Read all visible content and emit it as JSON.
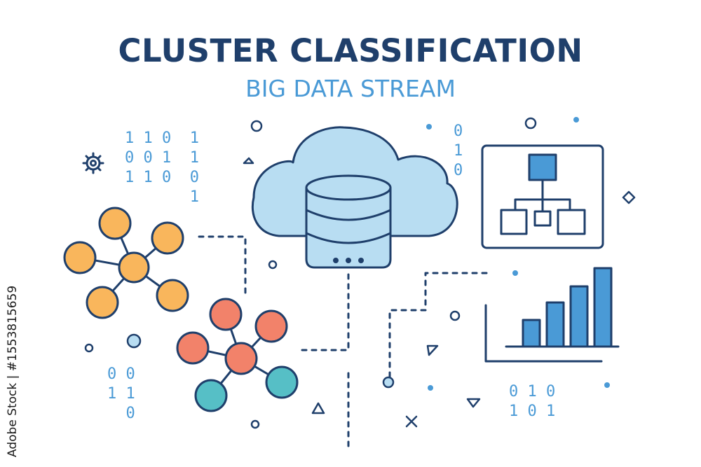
{
  "header": {
    "title": "CLUSTER CLASSIFICATION",
    "subtitle": "BIG DATA STREAM"
  },
  "binary_blocks": [
    {
      "id": "top-left",
      "rows": [
        "1 1 0  1",
        "0 0 1  1",
        "1 1 0  0",
        "       1"
      ]
    },
    {
      "id": "top-center",
      "rows": [
        "0",
        "1",
        "0"
      ]
    },
    {
      "id": "bottom-left",
      "rows": [
        "0 0",
        "1 1",
        "  0"
      ]
    },
    {
      "id": "bottom-right",
      "rows": [
        "0 1 0",
        "1 0 1"
      ]
    }
  ],
  "watermark": {
    "text": "Adobe Stock | #1553815659"
  },
  "colors": {
    "outline": "#1f3f6b",
    "accent_blue": "#4a9ad6",
    "cloud_fill": "#b8ddf2",
    "orange_node": "#f9b65c",
    "salmon_node": "#f2826a",
    "teal_node": "#56bfc6",
    "bar_fill": "#4a9ad6",
    "hierarchy_top": "#4a9ad6"
  },
  "icons": [
    "gear-icon",
    "cloud-icon",
    "database-icon",
    "hierarchy-chart-icon",
    "bar-chart-icon",
    "orange-cluster-icon",
    "salmon-teal-cluster-icon"
  ]
}
